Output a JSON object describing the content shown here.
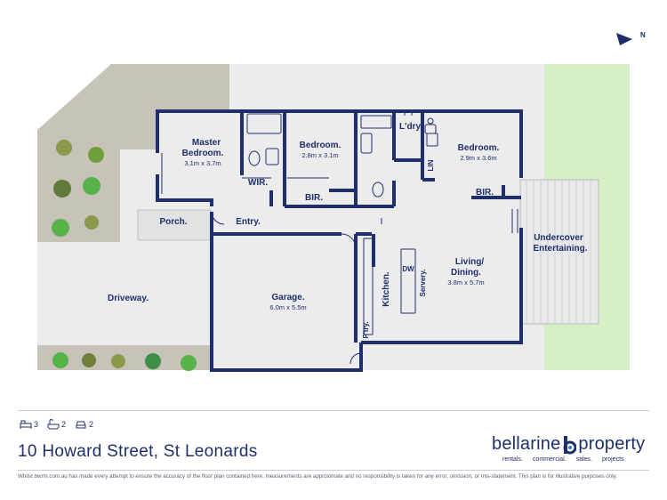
{
  "rooms": {
    "master": {
      "name": "Master",
      "name2": "Bedroom.",
      "dims": "3.1m x 3.7m"
    },
    "bedroom2": {
      "name": "Bedroom.",
      "dims": "2.8m x 3.1m"
    },
    "bedroom3": {
      "name": "Bedroom.",
      "dims": "2.9m x 3.6m"
    },
    "wir": "WIR.",
    "bir1": "BIR.",
    "bir2": "BIR.",
    "laundry": "L'dry.",
    "lin": "LIN",
    "porch": "Porch.",
    "entry": "Entry.",
    "garage": {
      "name": "Garage.",
      "dims": "6.0m x 5.5m"
    },
    "kitchen": "Kitchen.",
    "dw": "DW",
    "servery": "Servery.",
    "pantry": "P'try.",
    "living": {
      "name": "Living/",
      "name2": "Dining.",
      "dims": "3.8m x 5.7m"
    },
    "undercover": {
      "name": "Undercover",
      "name2": "Entertaining."
    },
    "driveway": "Driveway."
  },
  "compass": "N",
  "stats": {
    "bedrooms": "3",
    "bathrooms": "2",
    "cars": "2"
  },
  "address": "10 Howard Street, St Leonards",
  "brand": {
    "name_left": "bellarine",
    "name_right": "property",
    "tags": [
      "rentals.",
      "commercial.",
      "sales.",
      "projects."
    ]
  },
  "disclaimer": "Whilst bwrm.com.au has made every attempt to ensure the accuracy of the floor plan contained here, measurements are approximate and no responsibility is taken for any error, omission, or mis-statement. This plan is for illustrative purposes only.",
  "colors": {
    "wall": "#1f2f6b",
    "paving": "#ececed",
    "garden": "#c8c3b8",
    "lawn": "#d7efc6",
    "deck": "#e9e9eb"
  }
}
